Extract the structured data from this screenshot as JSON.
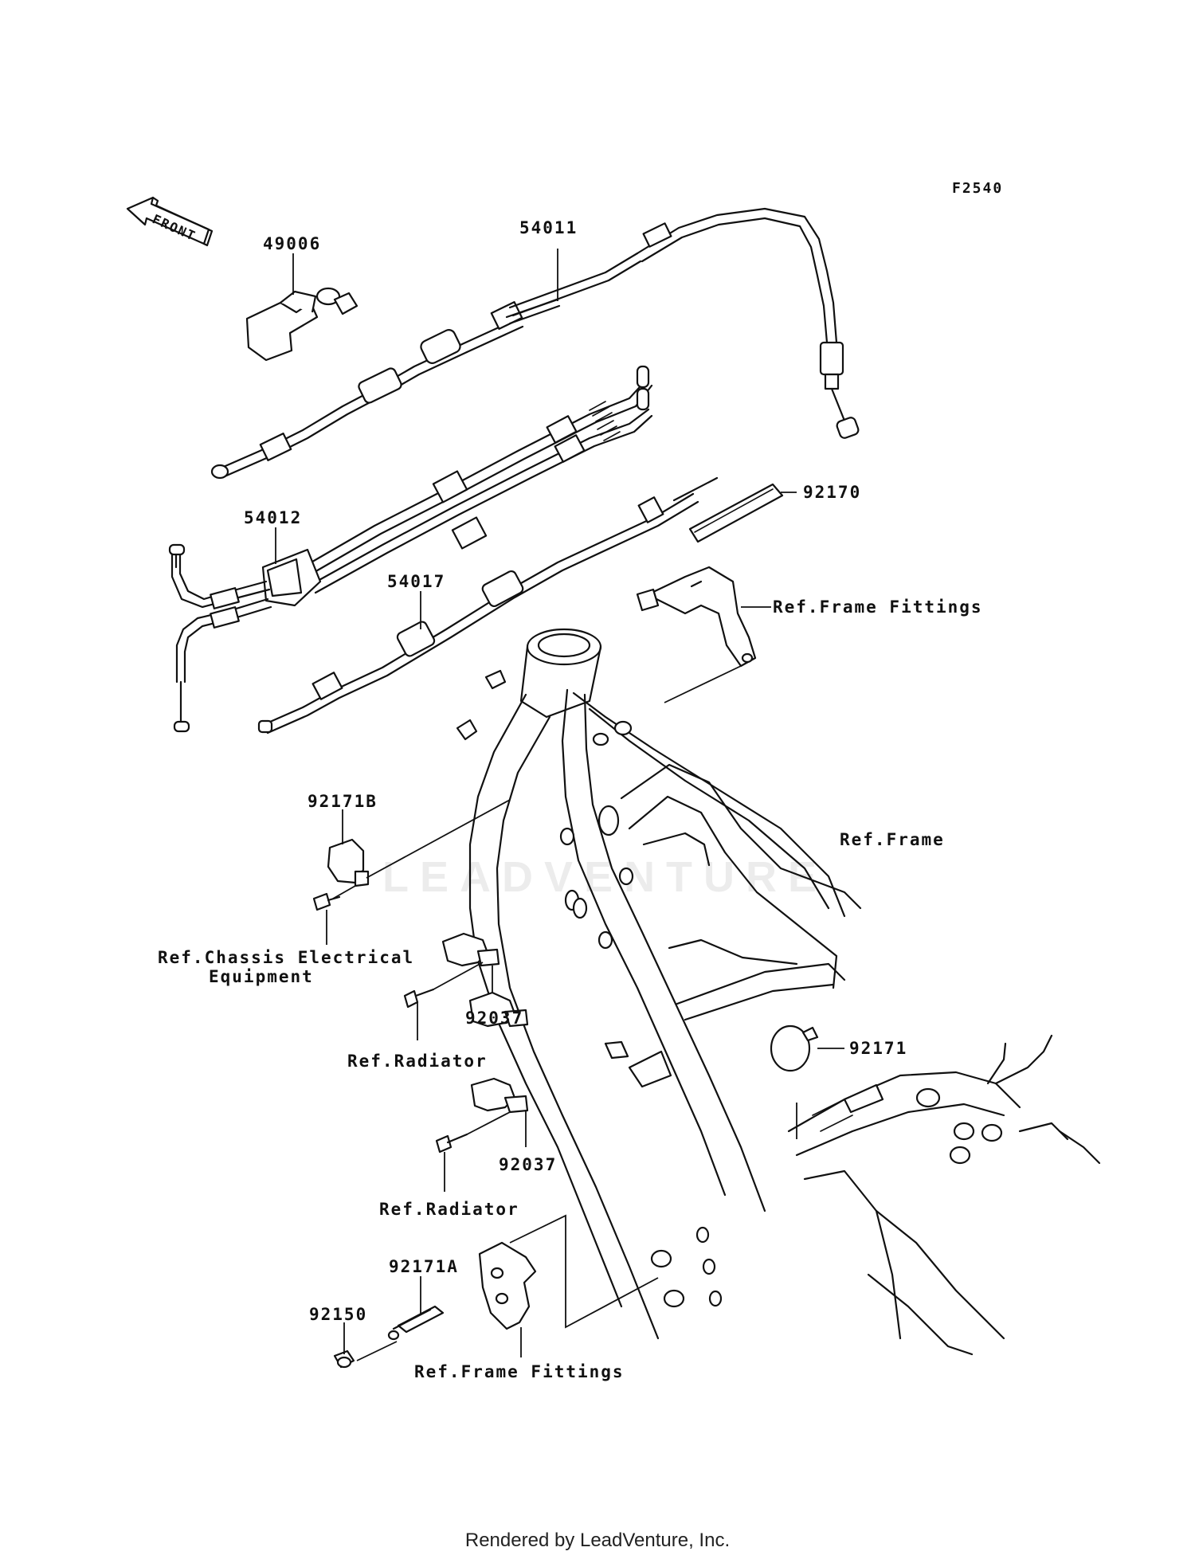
{
  "figure_code": "F2540",
  "front_arrow_text": "FRONT",
  "watermark": "LEADVENTURE",
  "footer": "Rendered by LeadVenture, Inc.",
  "labels": {
    "p49006": "49006",
    "p54011": "54011",
    "p54012": "54012",
    "p54017": "54017",
    "p92170": "92170",
    "ref_frame_fittings_top": "Ref.Frame Fittings",
    "p92171B": "92171B",
    "ref_frame": "Ref.Frame",
    "ref_chassis_line1": "Ref.Chassis Electrical",
    "ref_chassis_line2": "Equipment",
    "p92037_a": "92037",
    "ref_radiator_a": "Ref.Radiator",
    "p92171": "92171",
    "p92037_b": "92037",
    "ref_radiator_b": "Ref.Radiator",
    "p92171A": "92171A",
    "p92150": "92150",
    "ref_frame_fittings_bottom": "Ref.Frame Fittings"
  }
}
